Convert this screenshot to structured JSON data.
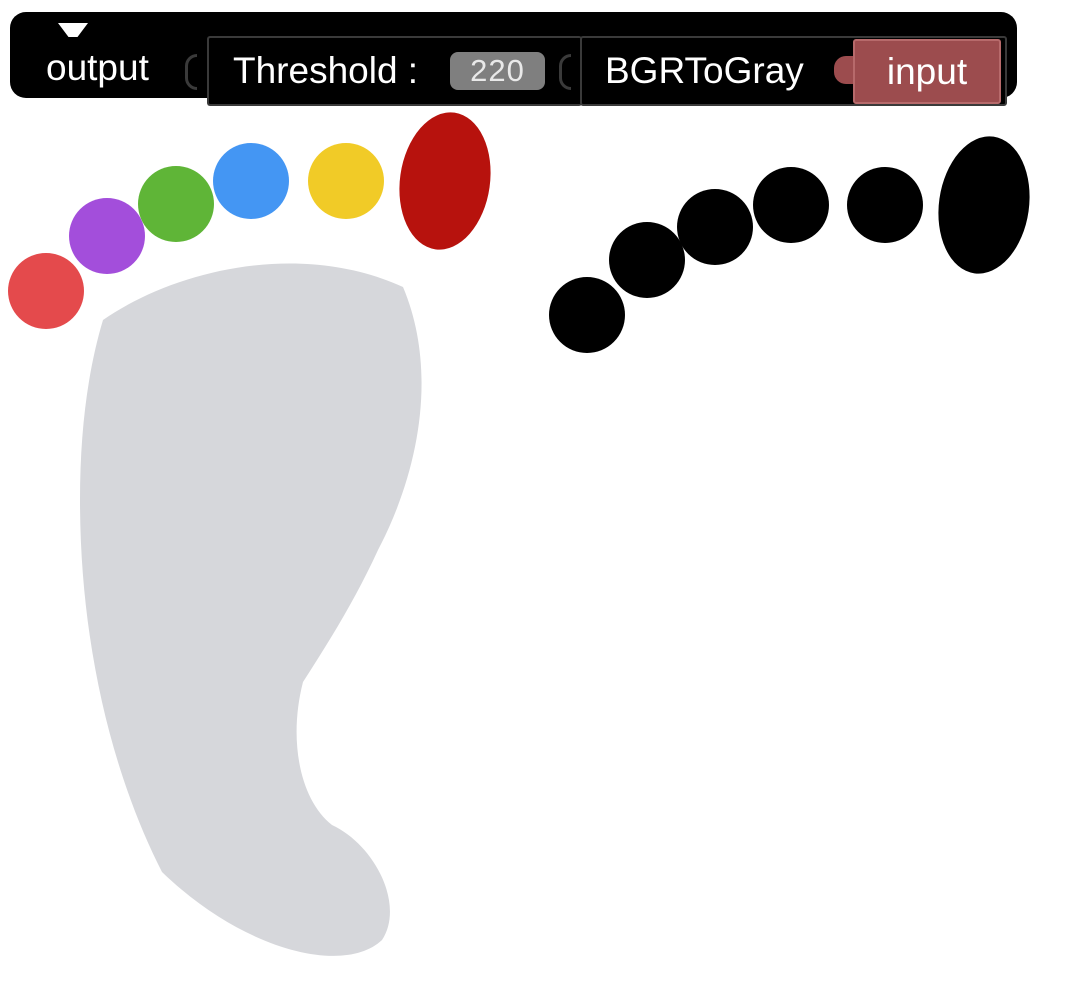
{
  "block": {
    "output_label": "output",
    "threshold_label": "Threshold :",
    "threshold_value": "220",
    "converter_label": "BGRToGray",
    "input_label": "input"
  },
  "colors": {
    "block_background": "#000000",
    "input_block": "#9c4c4e",
    "foot_sole": "#d6d7db",
    "toes": [
      "#e44a4c",
      "#a34edb",
      "#5fb537",
      "#4496f3",
      "#f1cb27",
      "#b7120d"
    ],
    "threshold_result": "#000000"
  },
  "images": {
    "source": {
      "icon": "colorful-footprint"
    },
    "result": {
      "icon": "thresholded-toe-blobs"
    }
  }
}
